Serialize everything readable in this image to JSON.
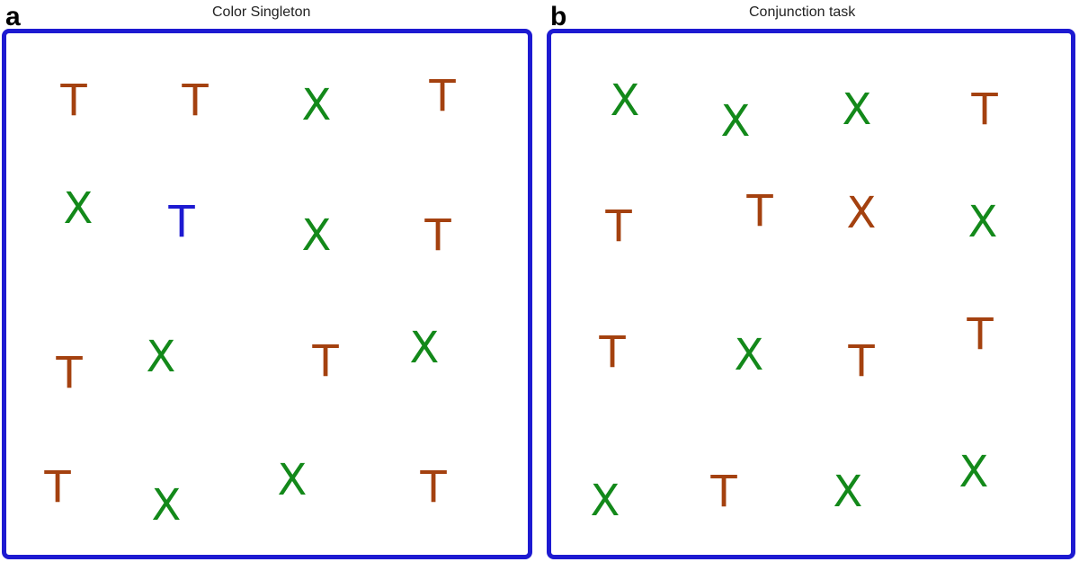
{
  "colors": {
    "frame": "#1d1ad1",
    "brown": "#a4410f",
    "green": "#13891a",
    "blue": "#1d1ad1"
  },
  "panels": [
    {
      "letter": "a",
      "title": "Color Singleton",
      "items": [
        {
          "glyph": "T",
          "color": "brown"
        },
        {
          "glyph": "T",
          "color": "brown"
        },
        {
          "glyph": "X",
          "color": "green"
        },
        {
          "glyph": "T",
          "color": "brown"
        },
        {
          "glyph": "X",
          "color": "green"
        },
        {
          "glyph": "T",
          "color": "blue"
        },
        {
          "glyph": "X",
          "color": "green"
        },
        {
          "glyph": "T",
          "color": "brown"
        },
        {
          "glyph": "T",
          "color": "brown"
        },
        {
          "glyph": "X",
          "color": "green"
        },
        {
          "glyph": "T",
          "color": "brown"
        },
        {
          "glyph": "X",
          "color": "green"
        },
        {
          "glyph": "T",
          "color": "brown"
        },
        {
          "glyph": "X",
          "color": "green"
        },
        {
          "glyph": "X",
          "color": "green"
        },
        {
          "glyph": "T",
          "color": "brown"
        }
      ]
    },
    {
      "letter": "b",
      "title": "Conjunction task",
      "items": [
        {
          "glyph": "X",
          "color": "green"
        },
        {
          "glyph": "X",
          "color": "green"
        },
        {
          "glyph": "X",
          "color": "green"
        },
        {
          "glyph": "T",
          "color": "brown"
        },
        {
          "glyph": "T",
          "color": "brown"
        },
        {
          "glyph": "T",
          "color": "brown"
        },
        {
          "glyph": "X",
          "color": "brown"
        },
        {
          "glyph": "X",
          "color": "green"
        },
        {
          "glyph": "T",
          "color": "brown"
        },
        {
          "glyph": "X",
          "color": "green"
        },
        {
          "glyph": "T",
          "color": "brown"
        },
        {
          "glyph": "T",
          "color": "brown"
        },
        {
          "glyph": "X",
          "color": "green"
        },
        {
          "glyph": "T",
          "color": "brown"
        },
        {
          "glyph": "X",
          "color": "green"
        },
        {
          "glyph": "X",
          "color": "green"
        }
      ]
    }
  ]
}
